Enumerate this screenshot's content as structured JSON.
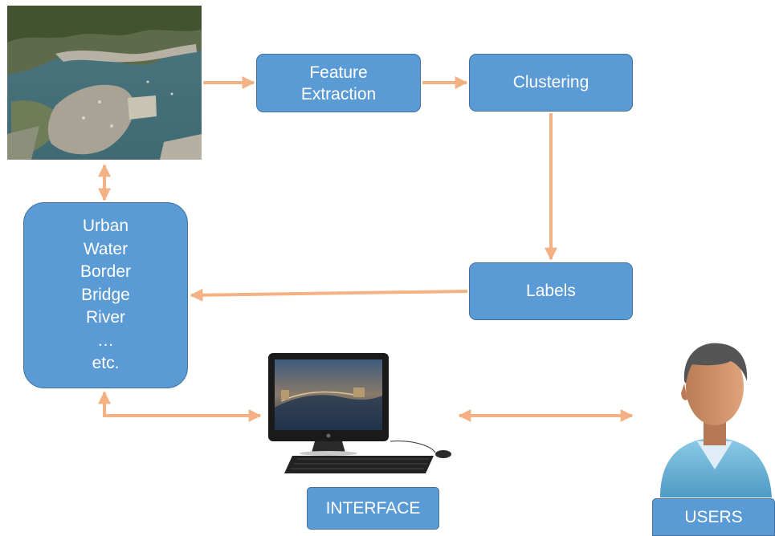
{
  "boxes": {
    "feature_extraction": [
      "Feature",
      "Extraction"
    ],
    "clustering": "Clustering",
    "labels": "Labels",
    "interface": "INTERFACE",
    "users": "USERS"
  },
  "class_list": [
    "Urban",
    "Water",
    "Border",
    "Bridge",
    "River",
    "…",
    "etc."
  ],
  "colors": {
    "box_fill": "#5b9bd5",
    "box_border": "#41719c",
    "arrow": "#f4b183",
    "box_text": "#ffffff"
  },
  "images": {
    "satellite": "satellite-image",
    "computer": "computer-icon",
    "user": "user-icon"
  }
}
